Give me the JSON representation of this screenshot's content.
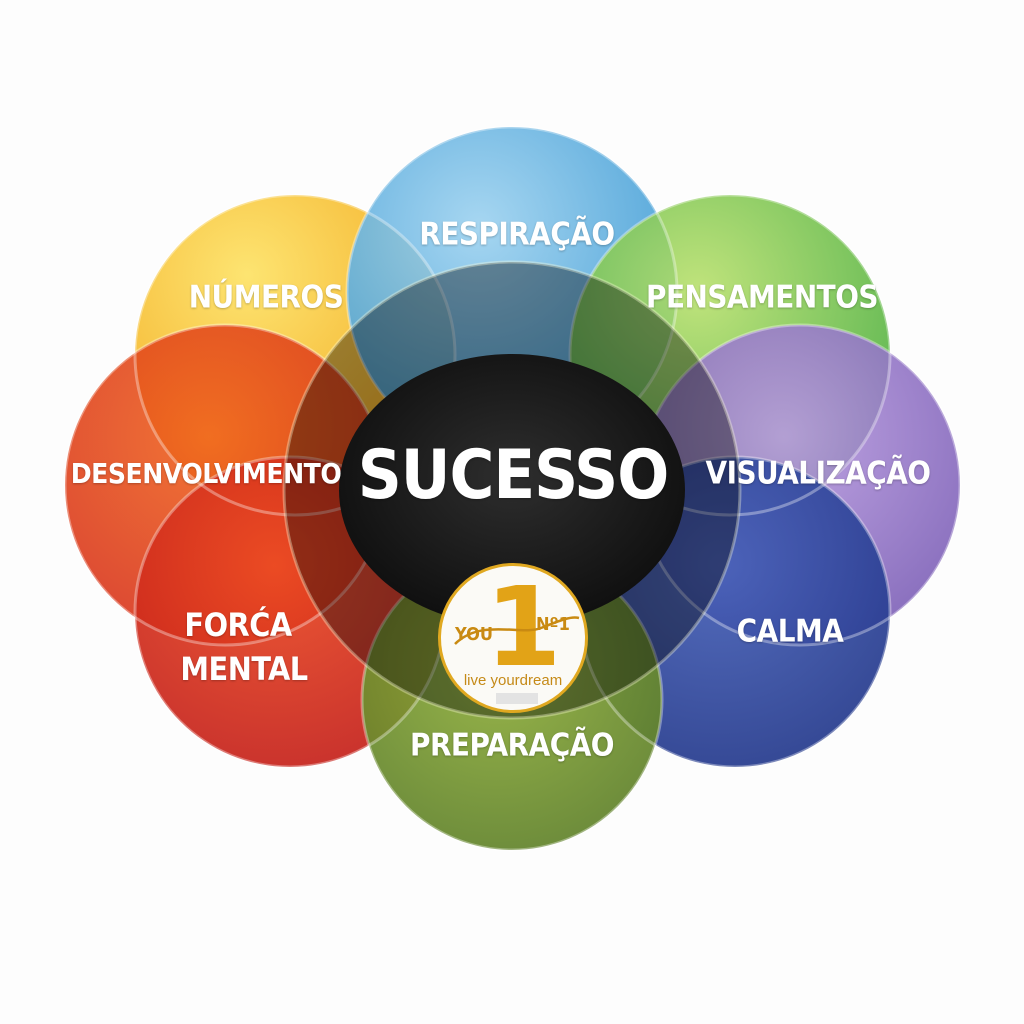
{
  "diagram": {
    "center": {
      "label": "SUCESSO",
      "color": "#1a1a1a"
    },
    "petals": [
      {
        "label": "RESPIRAÇÃO",
        "color": "#5fb2e0",
        "position": "top"
      },
      {
        "label": "PENSAMENTOS",
        "color": "#6cc54a",
        "position": "top-right"
      },
      {
        "label": "VISUALIZAÇÃO",
        "color": "#9b7ac8",
        "position": "right"
      },
      {
        "label": "CALMA",
        "color": "#2f4aa0",
        "position": "bottom-right"
      },
      {
        "label": "PREPARAÇÃO",
        "color": "#7a9a2c",
        "position": "bottom"
      },
      {
        "label": "FORĆA",
        "label2": "MENTAL",
        "color": "#d9281e",
        "position": "bottom-left"
      },
      {
        "label": "DESENVOLVIMENTO",
        "color": "#e8421c",
        "position": "left"
      },
      {
        "label": "NÚMEROS",
        "color": "#f3b51b",
        "position": "top-left"
      }
    ],
    "logo": {
      "big_number": "1",
      "left_text": "YOU",
      "right_text": "Nº1",
      "tagline": "live yourdream",
      "accent_color": "#e2a317"
    }
  }
}
